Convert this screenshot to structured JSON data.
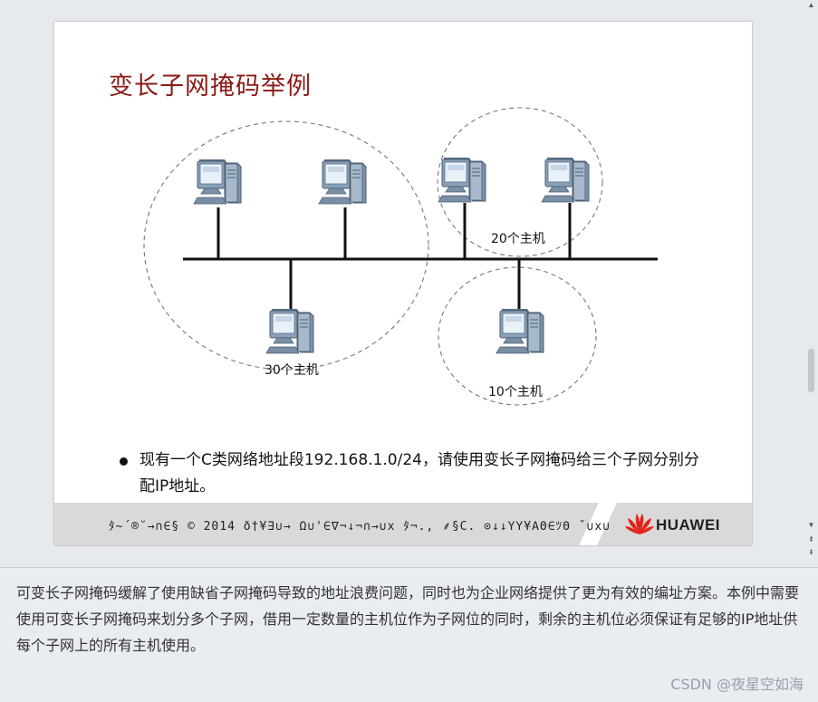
{
  "slide": {
    "title": "变长子网掩码举例",
    "groups": [
      {
        "label": "30个主机"
      },
      {
        "label": "20个主机"
      },
      {
        "label": "10个主机"
      }
    ],
    "bullet": "现有一个C类网络地址段192.168.1.0/24，请使用变长子网掩码给三个子网分别分配IP地址。",
    "footer_copyright": "ﾀ~´®˘→∩∈§ © 2014 ð†¥∃∪→ Ω∪'∈∇¬↓¬∩→∪x ﾀ¬., ⸙§C. ⊙↓↓ΥΥ¥ΑΘ∈ﾂΘ ˇ∪x∪",
    "brand": "HUAWEI"
  },
  "description": "可变长子网掩码缓解了使用缺省子网掩码导致的地址浪费问题，同时也为企业网络提供了更为有效的编址方案。本例中需要使用可变长子网掩码来划分多个子网，借用一定数量的主机位作为子网位的同时，剩余的主机位必须保证有足够的IP地址供每个子网上的所有主机使用。",
  "watermark": "CSDN @夜星空如海",
  "colors": {
    "title": "#8b1a15",
    "footer": "#d9d9d9",
    "logo": "#e2231a"
  },
  "icons": {
    "scroll_top": "arrow-up-icon",
    "scroll_down": "arrow-down-icon",
    "computer": "computer-icon"
  }
}
